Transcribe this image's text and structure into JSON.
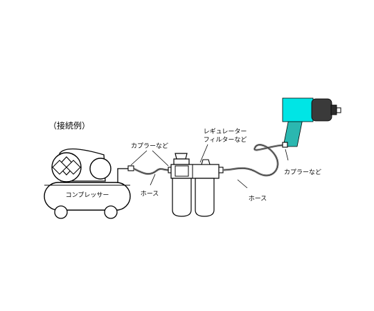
{
  "diagram": {
    "heading": "（接続例）",
    "compressor_label": "コンプレッサー",
    "coupler_label_left": "カプラーなど",
    "regulator_label_line1": "レギュレーター",
    "regulator_label_line2": "フィルターなど",
    "hose_label_left": "ホース",
    "hose_label_right": "ホース",
    "coupler_label_right": "カプラーなど"
  },
  "colors": {
    "tool_body": "#00e5e5",
    "tool_handle": "#2bb7b0",
    "tool_head": "#3a3a3a",
    "hose": "#8a8a8a",
    "outline": "#000000"
  }
}
